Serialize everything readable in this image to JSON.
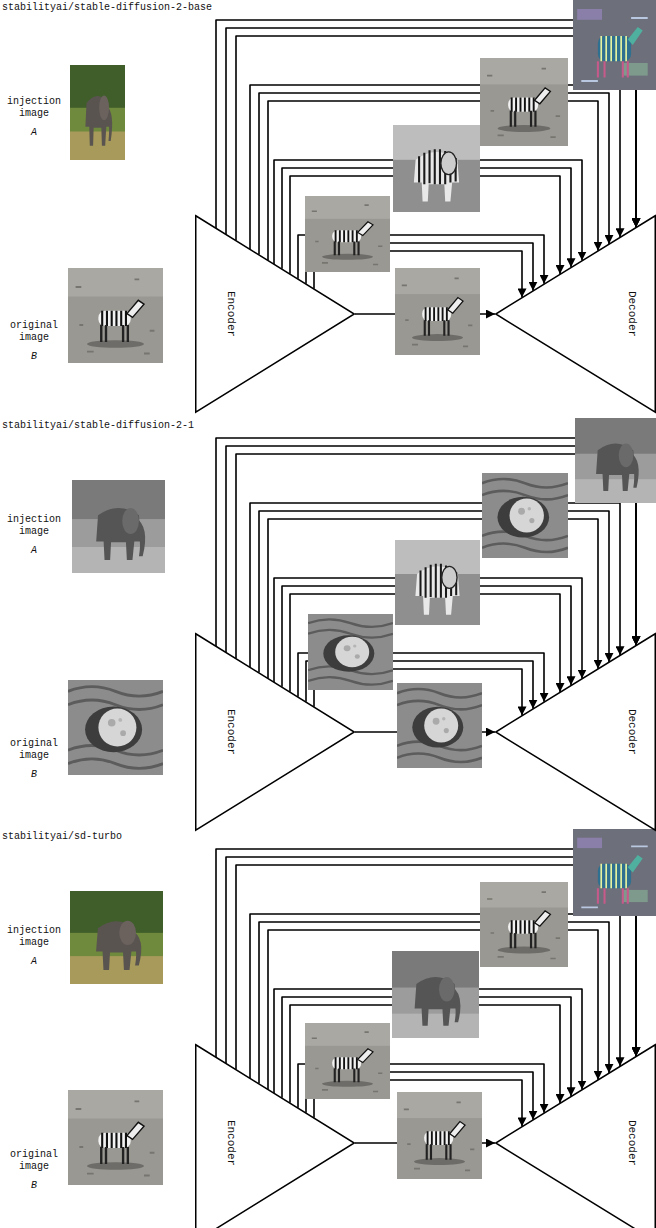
{
  "diagram": {
    "nodes": [
      {
        "text": [
          "Encoder"
        ]
      },
      {
        "text": [
          "Decoder"
        ]
      },
      {
        "text": [
          "Encoder"
        ]
      },
      {
        "text": [
          "Decoder"
        ]
      },
      {
        "text": [
          "Encoder"
        ]
      },
      {
        "text": [
          "Decoder"
        ]
      }
    ],
    "edges": [
      {
        "from": 0,
        "to": 1,
        "arrow": "to"
      },
      {
        "from": 0,
        "to": 1,
        "arrow": "to"
      },
      {
        "from": 0,
        "to": 1,
        "arrow": "to"
      },
      {
        "from": 0,
        "to": 1,
        "arrow": "to"
      },
      {
        "from": 0,
        "to": 1,
        "arrow": "to"
      },
      {
        "from": 0,
        "to": 1,
        "arrow": "to"
      },
      {
        "from": 0,
        "to": 1,
        "arrow": "to"
      },
      {
        "from": 0,
        "to": 1,
        "arrow": "to"
      },
      {
        "from": 0,
        "to": 1,
        "arrow": "to"
      },
      {
        "from": 0,
        "to": 1,
        "arrow": "to"
      },
      {
        "from": 0,
        "to": 1,
        "arrow": "to"
      },
      {
        "from": 0,
        "to": 1,
        "arrow": "to"
      },
      {
        "from": 0,
        "to": 1,
        "arrow": "to"
      },
      {
        "from": 2,
        "to": 3,
        "arrow": "to"
      },
      {
        "from": 2,
        "to": 3,
        "arrow": "to"
      },
      {
        "from": 2,
        "to": 3,
        "arrow": "to"
      },
      {
        "from": 2,
        "to": 3,
        "arrow": "to"
      },
      {
        "from": 2,
        "to": 3,
        "arrow": "to"
      },
      {
        "from": 2,
        "to": 3,
        "arrow": "to"
      },
      {
        "from": 2,
        "to": 3,
        "arrow": "to"
      },
      {
        "from": 2,
        "to": 3,
        "arrow": "to"
      },
      {
        "from": 2,
        "to": 3,
        "arrow": "to"
      },
      {
        "from": 2,
        "to": 3,
        "arrow": "to"
      },
      {
        "from": 2,
        "to": 3,
        "arrow": "to"
      },
      {
        "from": 2,
        "to": 3,
        "arrow": "to"
      },
      {
        "from": 2,
        "to": 3,
        "arrow": "to"
      },
      {
        "from": 4,
        "to": 5,
        "arrow": "to"
      },
      {
        "from": 4,
        "to": 5,
        "arrow": "to"
      },
      {
        "from": 4,
        "to": 5,
        "arrow": "to"
      },
      {
        "from": 4,
        "to": 5,
        "arrow": "to"
      },
      {
        "from": 4,
        "to": 5,
        "arrow": "to"
      },
      {
        "from": 4,
        "to": 5,
        "arrow": "to"
      },
      {
        "from": 4,
        "to": 5,
        "arrow": "to"
      },
      {
        "from": 4,
        "to": 5,
        "arrow": "to"
      },
      {
        "from": 4,
        "to": 5,
        "arrow": "to"
      },
      {
        "from": 4,
        "to": 5,
        "arrow": "to"
      },
      {
        "from": 4,
        "to": 5,
        "arrow": "to"
      },
      {
        "from": 4,
        "to": 5,
        "arrow": "to"
      },
      {
        "from": 4,
        "to": 5,
        "arrow": "to"
      }
    ],
    "labels": [
      "stabilityai/stable-diffusion-2-base",
      "injection image",
      "A",
      "original image",
      "B",
      "stabilityai/stable-diffusion-2-1",
      "injection image",
      "A",
      "original image",
      "B",
      "stabilityai/sd-turbo",
      "injection image",
      "A",
      "original image",
      "B"
    ]
  }
}
